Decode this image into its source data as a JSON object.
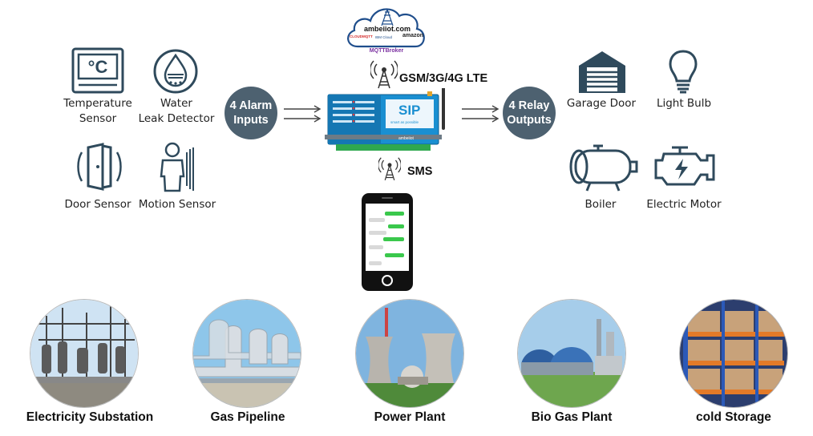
{
  "cloud": {
    "domain": "ambeiiot.com",
    "cloudmqtt": "CLOUDMQTT",
    "ibm": "IBM Cloud",
    "amazon": "amazon",
    "broker": "MQTTBroker"
  },
  "network": {
    "cellular_label": "GSM/3G/4G LTE",
    "sms_label": "SMS"
  },
  "inputs_circle": {
    "line1": "4 Alarm",
    "line2": "Inputs"
  },
  "outputs_circle": {
    "line1": "4 Relay",
    "line2": "Outputs"
  },
  "device": {
    "brand": "SIP",
    "tagline": "smart as possible",
    "vendor": "ambeiiot"
  },
  "sensors": [
    {
      "line1": "Temperature",
      "line2": "Sensor",
      "icon": "thermostat-icon"
    },
    {
      "line1": "Water",
      "line2": "Leak Detector",
      "icon": "water-drop-icon"
    },
    {
      "line1": "Door Sensor",
      "line2": "",
      "icon": "door-icon"
    },
    {
      "line1": "Motion Sensor",
      "line2": "",
      "icon": "person-icon"
    }
  ],
  "outputs": [
    {
      "label": "Garage Door",
      "icon": "garage-icon"
    },
    {
      "label": "Light Bulb",
      "icon": "light-bulb-icon"
    },
    {
      "label": "Boiler",
      "icon": "boiler-icon"
    },
    {
      "label": "Electric Motor",
      "icon": "engine-icon"
    }
  ],
  "applications": [
    {
      "label": "Electricity Substation"
    },
    {
      "label": "Gas Pipeline"
    },
    {
      "label": "Power Plant"
    },
    {
      "label": "Bio Gas Plant"
    },
    {
      "label": "cold Storage"
    }
  ],
  "colors": {
    "accent_blue": "#1a8fd1",
    "circle_gray": "#4d6170",
    "icon_stroke": "#2f4a5c"
  }
}
